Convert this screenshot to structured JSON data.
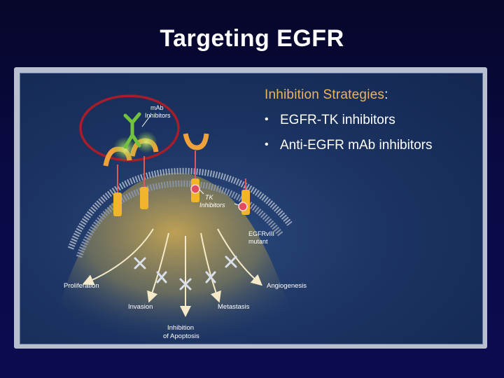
{
  "slide": {
    "title": "Targeting EGFR"
  },
  "strategies": {
    "heading": "Inhibition Strategies",
    "heading_suffix": ":",
    "items": [
      "EGFR-TK inhibitors",
      "Anti-EGFR mAb inhibitors"
    ]
  },
  "diagram": {
    "labels": {
      "mab": [
        "mAb",
        "Inhibitors"
      ],
      "tk": [
        "TK",
        "Inhibitors"
      ],
      "egfrviii": [
        "EGFRvIII",
        "mutant"
      ],
      "proliferation": "Proliferation",
      "invasion": "Invasion",
      "apoptosis": [
        "Inhibition",
        "of Apoptosis"
      ],
      "metastasis": "Metastasis",
      "angiogenesis": "Angiogenesis"
    }
  },
  "colors": {
    "background": "#0a0a44",
    "heading": "#f0b35c",
    "highlight_circle": "#a81d2a",
    "receptor": "#e58a2c",
    "inhibitor": "#6fb83a",
    "membrane": "#9aa6bb",
    "cytoplasm": "#b89a4c"
  }
}
